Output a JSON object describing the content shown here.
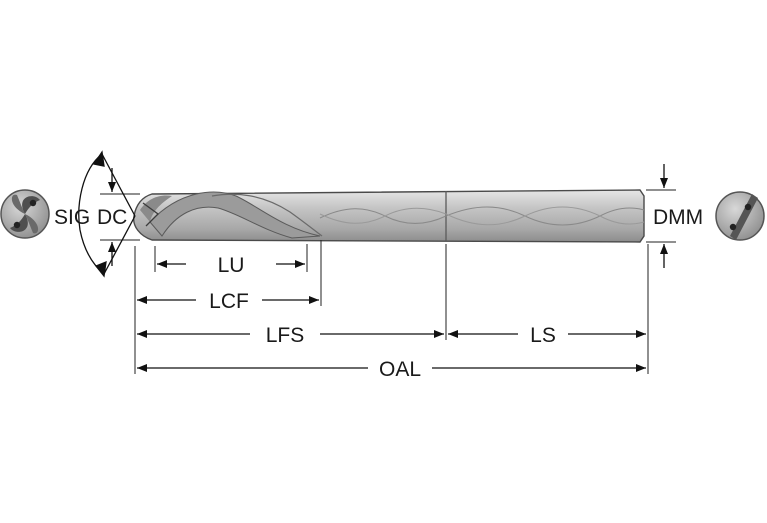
{
  "labels": {
    "sig": "SIG",
    "dc": "DC",
    "dmm": "DMM",
    "lu": "LU",
    "lcf": "LCF",
    "lfs": "LFS",
    "ls": "LS",
    "oal": "OAL"
  },
  "colors": {
    "tool_body": "#b9b9b9",
    "tool_highlight": "#dcdcdc",
    "tool_shadow": "#8a8a8a",
    "outline": "#4a4a4a",
    "dimension_line": "#111111",
    "end_view_dark": "#555555"
  }
}
